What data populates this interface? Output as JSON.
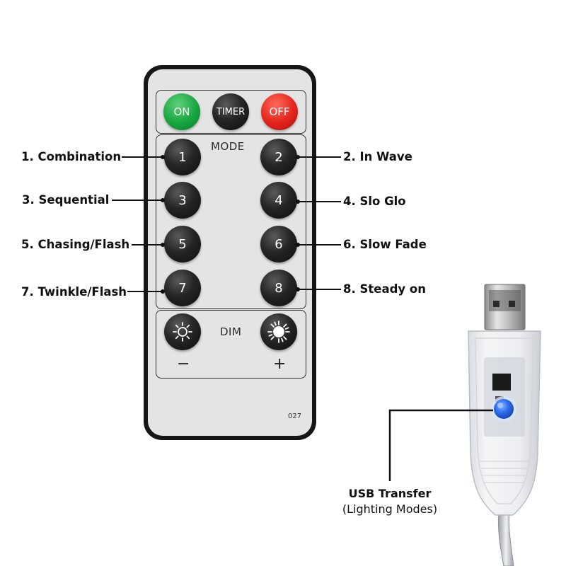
{
  "remote": {
    "buttons": {
      "on": "ON",
      "timer": "TIMER",
      "off": "OFF"
    },
    "mode_label": "MODE",
    "mode_buttons": [
      "1",
      "2",
      "3",
      "4",
      "5",
      "6",
      "7",
      "8"
    ],
    "dim_label": "DIM",
    "dim_minus": "−",
    "dim_plus": "+",
    "code": "027"
  },
  "callouts": {
    "left": [
      "1. Combination",
      "3. Sequential",
      "5. Chasing/Flash",
      "7. Twinkle/Flash"
    ],
    "right": [
      "2. In Wave",
      "4. Slo Glo",
      "6. Slow Fade",
      "8. Steady on"
    ]
  },
  "usb": {
    "title": "USB Transfer",
    "subtitle": "(Lighting Modes)"
  },
  "colors": {
    "on": "#18a540",
    "off": "#e3241c",
    "usb_button": "#2f6ff0"
  }
}
